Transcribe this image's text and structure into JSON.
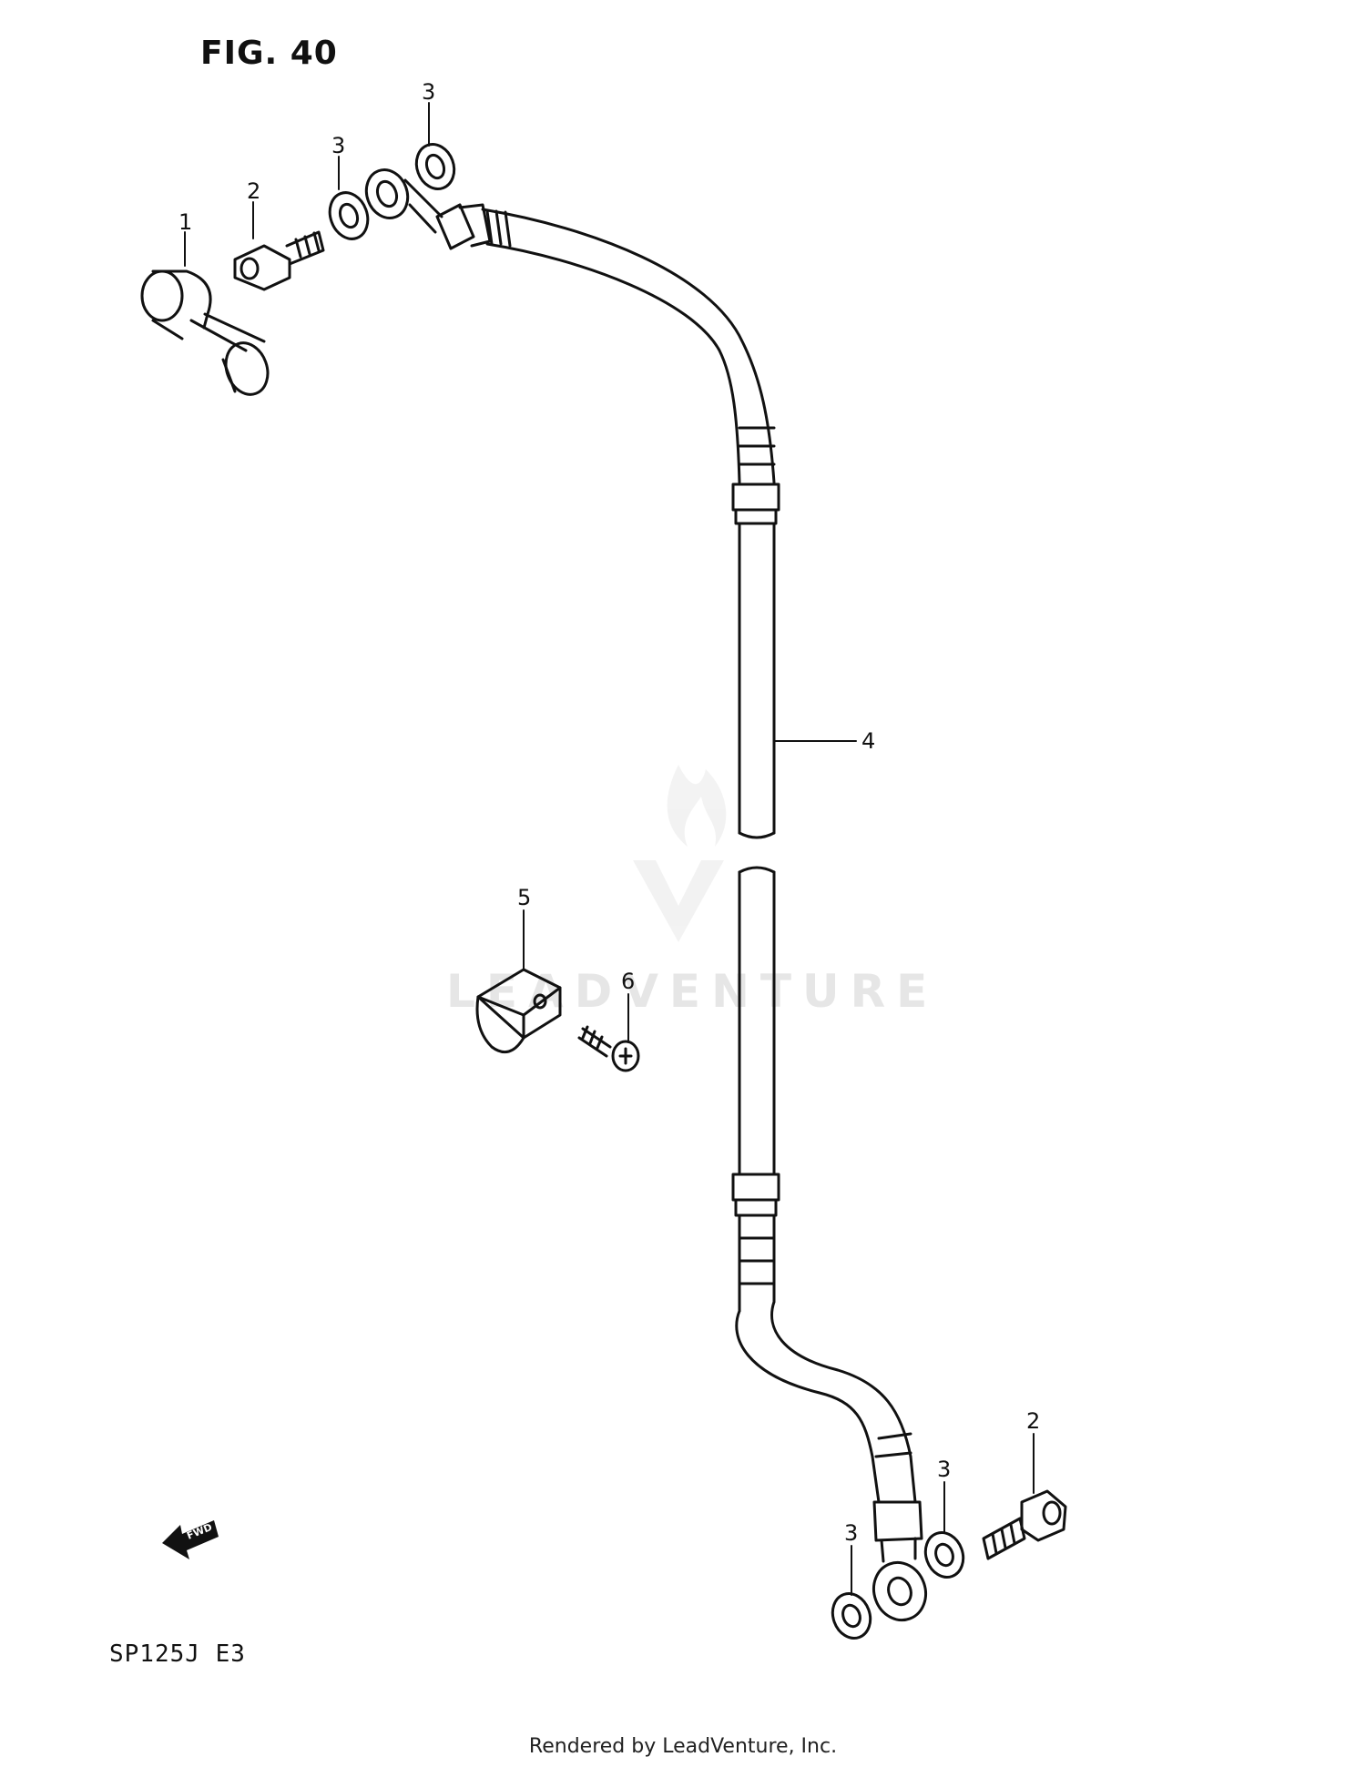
{
  "figure": {
    "title": "FIG. 40"
  },
  "model_code": "SP125J  E3",
  "credit": "Rendered by LeadVenture, Inc.",
  "watermark": "LEADVENTURE",
  "fwd_label": "FWD",
  "callouts": [
    {
      "id": "p1-top",
      "text": "1"
    },
    {
      "id": "p2-top",
      "text": "2"
    },
    {
      "id": "p3-top-a",
      "text": "3"
    },
    {
      "id": "p3-top-b",
      "text": "3"
    },
    {
      "id": "p4",
      "text": "4"
    },
    {
      "id": "p5",
      "text": "5"
    },
    {
      "id": "p6",
      "text": "6"
    },
    {
      "id": "p2-bottom",
      "text": "2"
    },
    {
      "id": "p3-bottom-a",
      "text": "3"
    },
    {
      "id": "p3-bottom-b",
      "text": "3"
    }
  ]
}
